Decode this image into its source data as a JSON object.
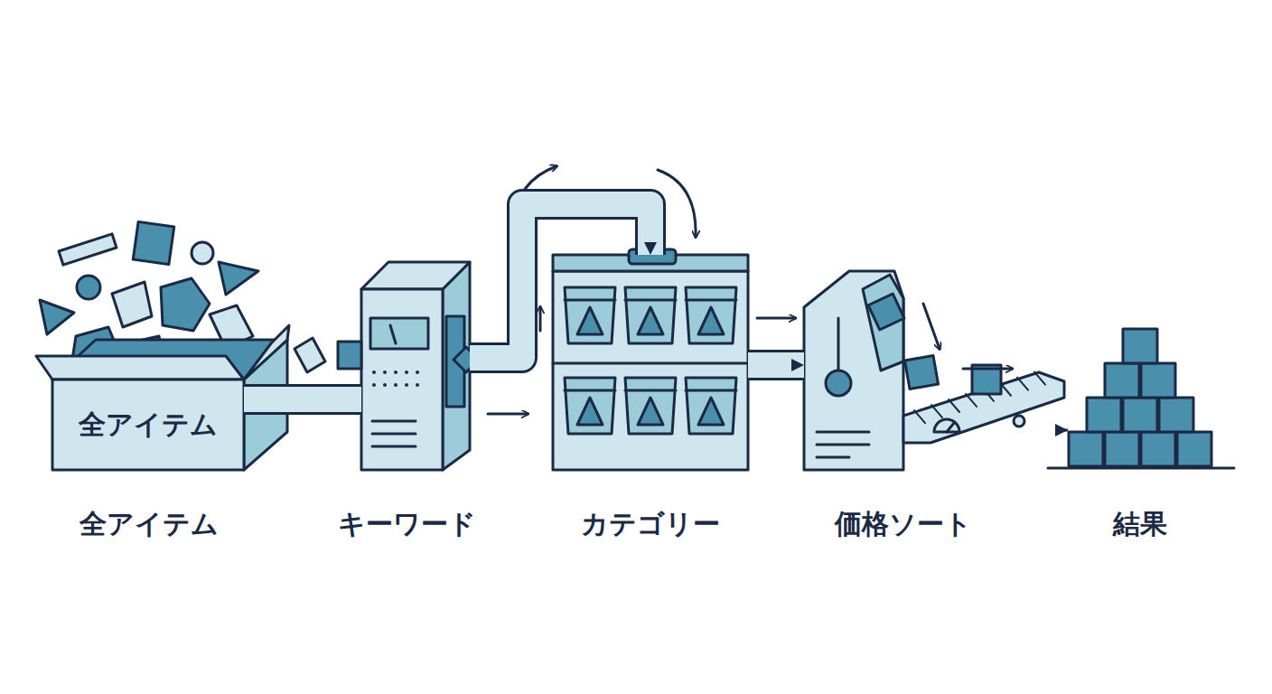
{
  "diagram": {
    "nodes": [
      {
        "text": [
          "全アイテム",
          "全アイテム"
        ]
      },
      {
        "text": [
          "キーワード"
        ]
      },
      {
        "text": [
          "カテゴリー"
        ]
      },
      {
        "text": [
          "価格ソート"
        ]
      },
      {
        "text": [
          "結果"
        ]
      }
    ],
    "edges": [
      {
        "from": 0,
        "to": 1,
        "arrow": "none"
      },
      {
        "from": 1,
        "to": 2,
        "arrow": "to"
      },
      {
        "from": 2,
        "to": 3,
        "arrow": "to"
      },
      {
        "from": 3,
        "to": 4,
        "arrow": "to"
      }
    ]
  }
}
